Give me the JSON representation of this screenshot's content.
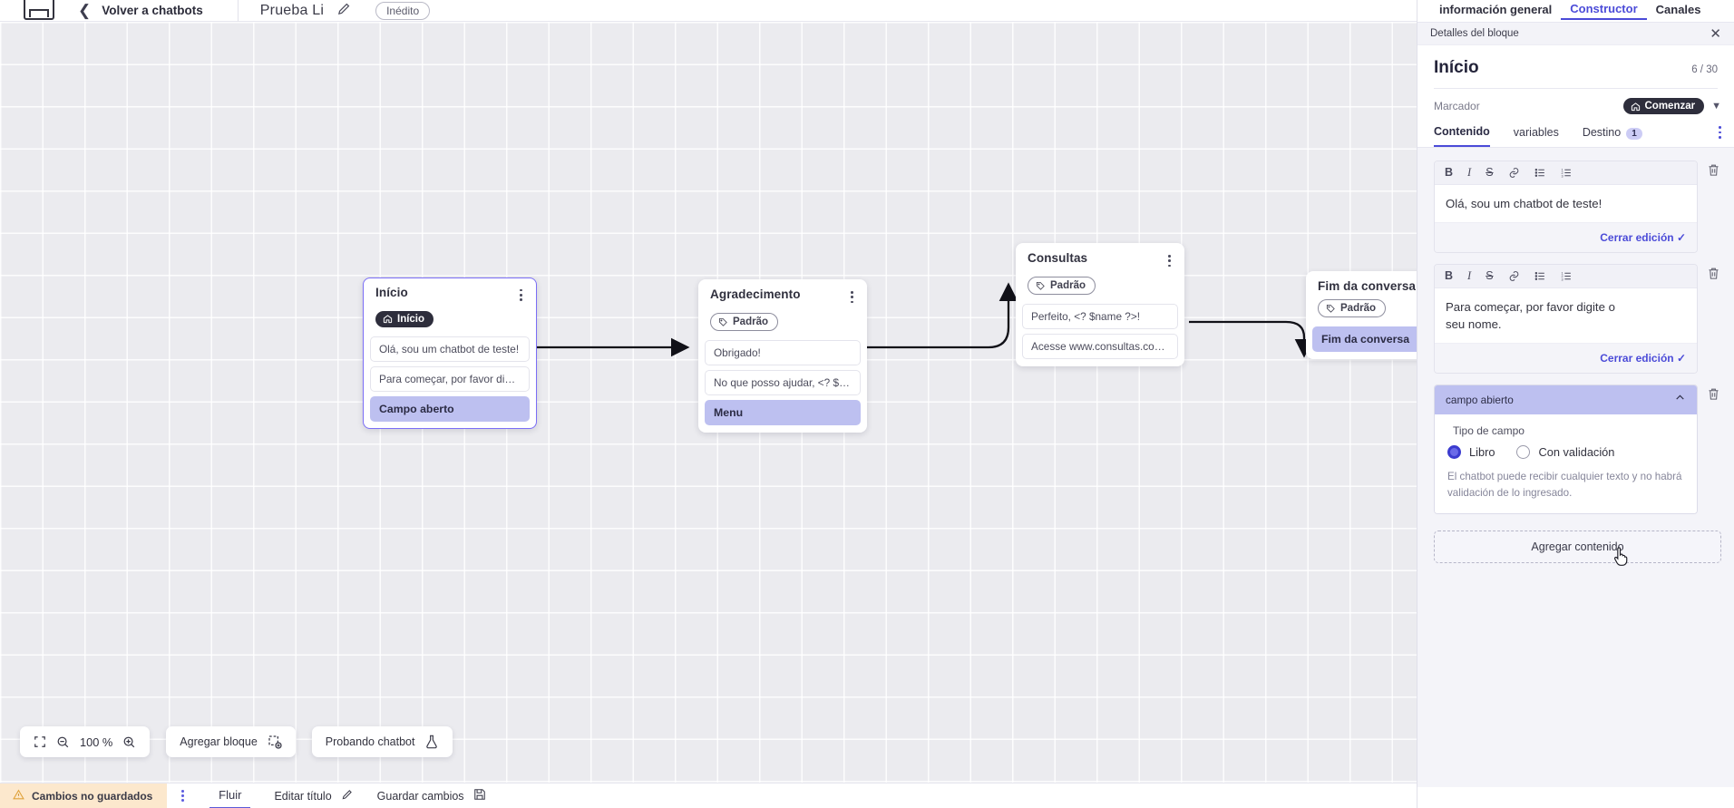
{
  "header": {
    "logo_icon": "app-logo-icon",
    "back_chevron": "chevron-left-icon",
    "back_label": "Volver a chatbots",
    "bot_title": "Prueba Li",
    "edit_icon": "pencil-icon",
    "status_badge": "Inédito"
  },
  "canvas": {
    "nodes": [
      {
        "id": "inicio",
        "title": "Início",
        "tag": "Início",
        "tag_icon": "home-icon",
        "tag_style": "dark",
        "selected": true,
        "rows": [
          {
            "text": "Olá, sou um chatbot de teste!",
            "highlight": false
          },
          {
            "text": "Para começar, por favor digite o …",
            "highlight": false
          },
          {
            "text": "Campo aberto",
            "highlight": true
          }
        ]
      },
      {
        "id": "agradecimento",
        "title": "Agradecimento",
        "tag": "Padrão",
        "tag_icon": "tag-icon",
        "tag_style": "outline",
        "selected": false,
        "rows": [
          {
            "text": "Obrigado!",
            "highlight": false
          },
          {
            "text": "No que posso ajudar, <? $name …",
            "highlight": false
          },
          {
            "text": "Menu",
            "highlight": true
          }
        ]
      },
      {
        "id": "consultas",
        "title": "Consultas",
        "tag": "Padrão",
        "tag_icon": "tag-icon",
        "tag_style": "outline",
        "selected": false,
        "rows": [
          {
            "text": "Perfeito, <? $name ?>!",
            "highlight": false
          },
          {
            "text": "Acesse www.consultas.com par…",
            "highlight": false
          }
        ]
      },
      {
        "id": "fim",
        "title": "Fim da conversa",
        "tag": "Padrão",
        "tag_icon": "tag-icon",
        "tag_style": "outline",
        "selected": false,
        "rows": [
          {
            "text": "Fim da conversa",
            "highlight": true
          }
        ]
      }
    ],
    "toolbar": {
      "fit_icon": "fit-screen-icon",
      "zoom_out_icon": "zoom-out-icon",
      "zoom_level": "100 %",
      "zoom_in_icon": "zoom-in-icon",
      "add_block_label": "Agregar bloque",
      "add_block_icon": "add-block-icon",
      "test_bot_label": "Probando chatbot",
      "test_bot_icon": "flask-icon"
    }
  },
  "statusbar": {
    "warning_icon": "warning-icon",
    "unsaved_label": "Cambios no guardados",
    "kebab_icon": "kebab-icon",
    "flow_tab": "Fluir",
    "edit_title_label": "Editar título",
    "edit_title_icon": "pencil-icon",
    "save_label": "Guardar cambios",
    "save_icon": "save-disk-icon"
  },
  "right_panel": {
    "tabs": [
      {
        "label": "información general",
        "active": false
      },
      {
        "label": "Constructor",
        "active": true
      },
      {
        "label": "Canales",
        "active": false
      }
    ],
    "panel_header": "Detalles del bloque",
    "close_icon": "close-icon",
    "block_title": "Início",
    "block_count": "6 / 30",
    "marker_label": "Marcador",
    "marker_value": "Comenzar",
    "marker_icon": "home-icon",
    "marker_chevron": "chevron-down-icon",
    "content_tabs": [
      {
        "label": "Contenido",
        "active": true,
        "badge": ""
      },
      {
        "label": "variables",
        "active": false,
        "badge": ""
      },
      {
        "label": "Destino",
        "active": false,
        "badge": "1"
      }
    ],
    "more_icon": "kebab-icon",
    "editor_toolbar": [
      {
        "icon": "bold-icon",
        "glyph": "B"
      },
      {
        "icon": "italic-icon",
        "glyph": "I"
      },
      {
        "icon": "strikethrough-icon",
        "glyph": "S"
      },
      {
        "icon": "link-icon",
        "glyph": "🔗"
      },
      {
        "icon": "bullet-list-icon",
        "glyph": "☰"
      },
      {
        "icon": "numbered-list-icon",
        "glyph": "≡"
      }
    ],
    "cards": [
      {
        "text": "Olá, sou um chatbot de teste!",
        "close_label": "Cerrar edición",
        "check_icon": "check-icon",
        "delete_icon": "trash-icon"
      },
      {
        "text": "Para começar, por favor digite o seu nome.",
        "close_label": "Cerrar edición",
        "check_icon": "check-icon",
        "delete_icon": "trash-icon"
      }
    ],
    "field_block": {
      "title": "campo abierto",
      "collapse_icon": "chevron-up-icon",
      "delete_icon": "trash-icon",
      "type_label": "Tipo de campo",
      "options": [
        {
          "label": "Libro",
          "selected": true
        },
        {
          "label": "Con validación",
          "selected": false
        }
      ],
      "help_text": "El chatbot puede recibir cualquier texto y no habrá validación de lo ingresado."
    },
    "add_content_label": "Agregar contenido",
    "cursor_icon": "pointer-hand-icon"
  },
  "colors": {
    "accent": "#4b4bd8",
    "highlight_row": "#bdc0f0",
    "warning_bg": "#fce8cd",
    "canvas_bg": "#ebebef",
    "dark_tag": "#2e2e3c"
  }
}
